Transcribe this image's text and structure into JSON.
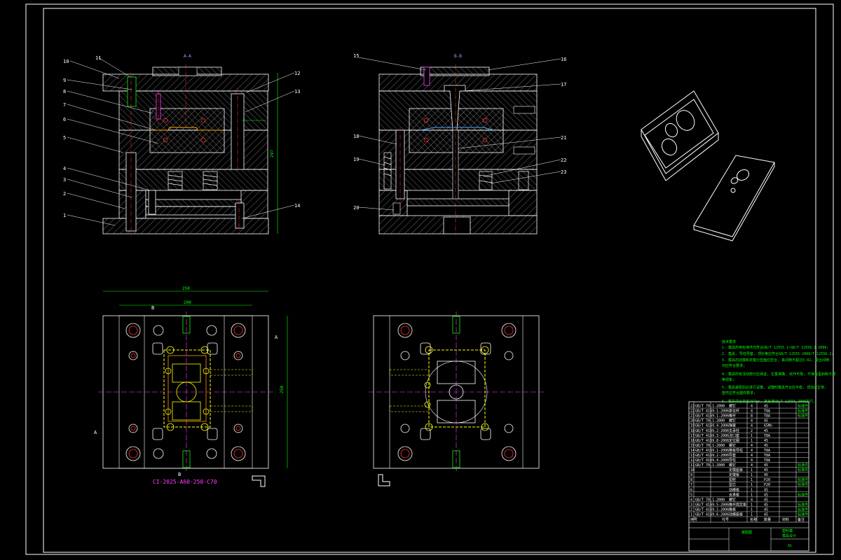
{
  "section_labels": {
    "left_front": "A-A",
    "right_front": "B-B"
  },
  "left_callouts": [
    "1",
    "2",
    "3",
    "4",
    "5",
    "6",
    "7",
    "8",
    "9",
    "10",
    "11",
    "12",
    "13",
    "14"
  ],
  "right_callouts": [
    "15",
    "16",
    "17",
    "18",
    "19",
    "20",
    "21",
    "22",
    "23"
  ],
  "marks": {
    "section_a": "A",
    "section_b": "B"
  },
  "model_code": "CI-2025-A60-250-C70",
  "dimensions": {
    "overall_height": "297",
    "plate_width": "250",
    "inner_width": "200",
    "plate_height": "250"
  },
  "tech_notes": {
    "heading": "技术要求",
    "lines": [
      "1. 模具所用标准件均符合GB/T 12555.1~GB/T 12556.1-2006;",
      "2. 模具, 导柱导套, 顶针等应符合GB/T 12555-2006/T 12556.2;",
      "3. 模具的动模和定模分型面应密合, 其间隙不超过0.02, 配合间隙",
      "   均应符合要求;",
      "4. 模具所有活动部分应保证, 位置准确, 动作可靠, 不得有歪斜和卡滞",
      "   等现象;",
      "5. 模具装配后应进行试模, 试模时模具开合应平稳, 顶出应正常,",
      "   塑件应符合图样要求;",
      "6. 模具闭合高度297mm, 其余按GB/T 12555-2006执行."
    ]
  },
  "title_block": {
    "rows": [
      {
        "no": "23",
        "code": "GB/T 70.1-2000",
        "name": "螺钉",
        "qty": "4",
        "mat": "45",
        "note": "标准件"
      },
      {
        "no": "22",
        "code": "GB/T 4169.1-2006",
        "name": "复位杆",
        "qty": "4",
        "mat": "T8A",
        "note": "标准件"
      },
      {
        "no": "21",
        "code": "GB/T 4169.1-2006",
        "name": "推杆",
        "qty": "8",
        "mat": "T8A",
        "note": "标准件"
      },
      {
        "no": "20",
        "code": "GB/T 70.1-2000",
        "name": "螺钉",
        "qty": "4",
        "mat": "45",
        "note": ""
      },
      {
        "no": "19",
        "code": "GB/T 4169.4-2006",
        "name": "弹簧",
        "qty": "4",
        "mat": "65Mn",
        "note": ""
      },
      {
        "no": "18",
        "code": "GB/T 4169.2-2006",
        "name": "支承柱",
        "qty": "2",
        "mat": "45",
        "note": ""
      },
      {
        "no": "17",
        "code": "GB/T 4169.3-2006",
        "name": "浇口套",
        "qty": "1",
        "mat": "T8A",
        "note": ""
      },
      {
        "no": "16",
        "code": "GB/T 4169.8-2006",
        "name": "定位圈",
        "qty": "1",
        "mat": "45",
        "note": ""
      },
      {
        "no": "15",
        "code": "GB/T 70.1-2000",
        "name": "螺钉",
        "qty": "4",
        "mat": "45",
        "note": ""
      },
      {
        "no": "14",
        "code": "GB/T 4169.1-2006",
        "name": "推板导柱",
        "qty": "4",
        "mat": "T8A",
        "note": ""
      },
      {
        "no": "13",
        "code": "GB/T 4169.2-2006",
        "name": "导套",
        "qty": "4",
        "mat": "T8A",
        "note": ""
      },
      {
        "no": "12",
        "code": "GB/T 4169.4-2006",
        "name": "导柱",
        "qty": "4",
        "mat": "T8A",
        "note": ""
      },
      {
        "no": "11",
        "code": "GB/T 70.1-2000",
        "name": "螺钉",
        "qty": "4",
        "mat": "45",
        "note": "标准件"
      },
      {
        "no": "10",
        "code": "",
        "name": "定模座板",
        "qty": "1",
        "mat": "45",
        "note": "标准件"
      },
      {
        "no": "9",
        "code": "",
        "name": "定模板",
        "qty": "1",
        "mat": "45",
        "note": ""
      },
      {
        "no": "8",
        "code": "",
        "name": "型腔",
        "qty": "1",
        "mat": "P20",
        "note": "标准件"
      },
      {
        "no": "7",
        "code": "",
        "name": "型芯",
        "qty": "1",
        "mat": "P20",
        "note": "标准件"
      },
      {
        "no": "6",
        "code": "",
        "name": "动模板",
        "qty": "1",
        "mat": "45",
        "note": ""
      },
      {
        "no": "5",
        "code": "",
        "name": "支承板",
        "qty": "1",
        "mat": "45",
        "note": "标准件"
      },
      {
        "no": "4",
        "code": "GB/T 70.1-2000",
        "name": "螺钉",
        "qty": "4",
        "mat": "45",
        "note": ""
      },
      {
        "no": "3",
        "code": "GB/T 4169.5-2006",
        "name": "推杆固定板",
        "qty": "1",
        "mat": "45",
        "note": "标准件"
      },
      {
        "no": "2",
        "code": "GB/T 4169.1-2006",
        "name": "推板",
        "qty": "1",
        "mat": "45",
        "note": "标准件"
      },
      {
        "no": "1",
        "code": "GB/T 4169.6-2006",
        "name": "动模座板",
        "qty": "1",
        "mat": "45",
        "note": "标准件"
      }
    ],
    "header": {
      "no": "序号",
      "code": "代号",
      "name": "名称",
      "qty": "数量",
      "mat": "材料",
      "note": "备注"
    },
    "drawing_name": "装配图",
    "school": "模具设计",
    "company": "塑料模",
    "sheet": "A1"
  }
}
